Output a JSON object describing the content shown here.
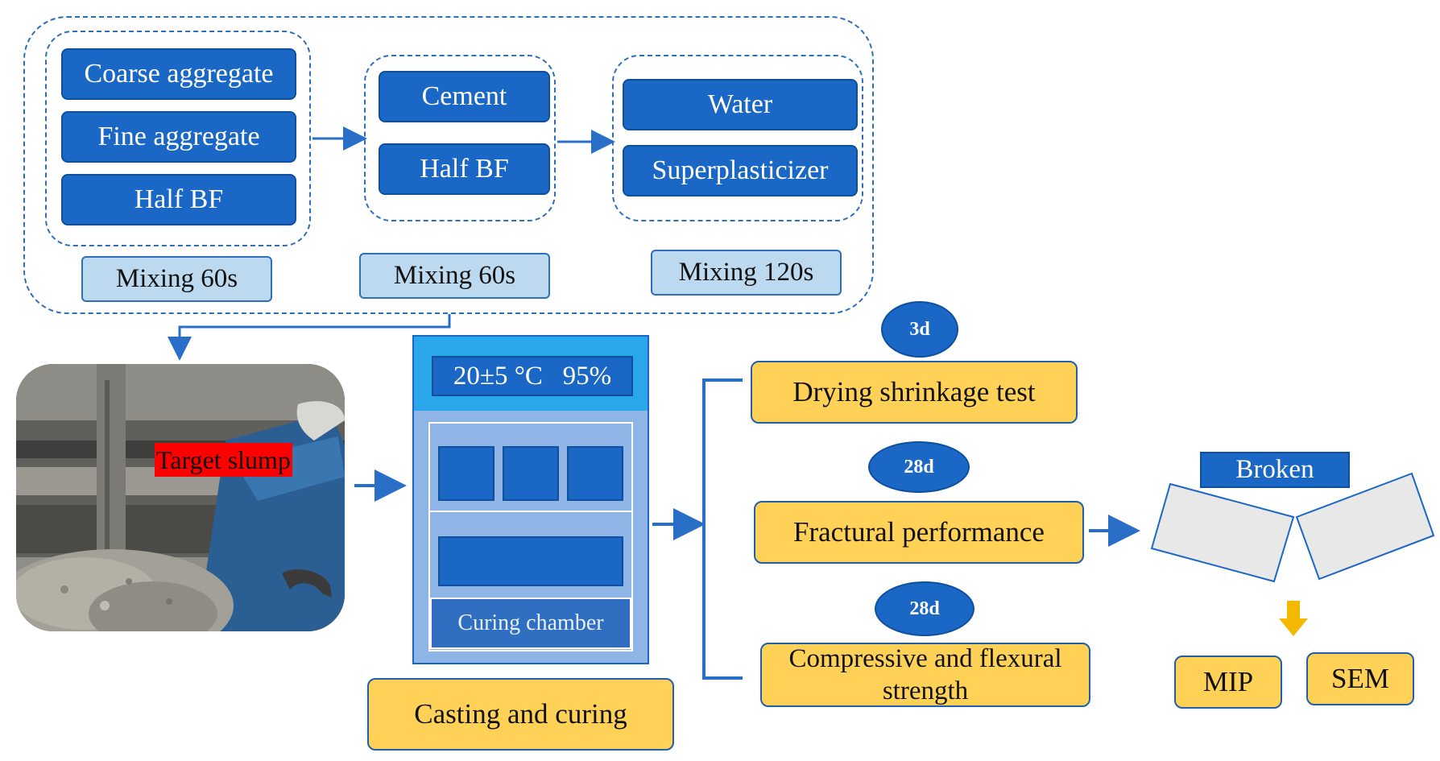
{
  "mixing": {
    "stage1": {
      "items": [
        "Coarse aggregate",
        "Fine aggregate",
        "Half BF"
      ],
      "label": "Mixing 60s"
    },
    "stage2": {
      "items": [
        "Cement",
        "Half BF"
      ],
      "label": "Mixing 60s"
    },
    "stage3": {
      "items": [
        "Water",
        "Superplasticizer"
      ],
      "label": "Mixing 120s"
    }
  },
  "photo": {
    "label": "Target slump"
  },
  "chamber": {
    "conditions": "20±5 °C   95%",
    "name": "Curing chamber"
  },
  "casting": {
    "label": "Casting and curing"
  },
  "tests": [
    {
      "age": "3d",
      "label": "Drying shrinkage test"
    },
    {
      "age": "28d",
      "label": "Fractural performance"
    },
    {
      "age": "28d",
      "label": "Compressive and flexural strength"
    }
  ],
  "broken": {
    "label": "Broken"
  },
  "analysis": {
    "mip": "MIP",
    "sem": "SEM"
  },
  "colors": {
    "blue": "#1a67c5",
    "light_blue": "#bcd9f0",
    "yellow": "#ffd257",
    "red_label": "#ff0000",
    "arrow": "#2a6fc7",
    "orange_arrow": "#f5b800"
  }
}
